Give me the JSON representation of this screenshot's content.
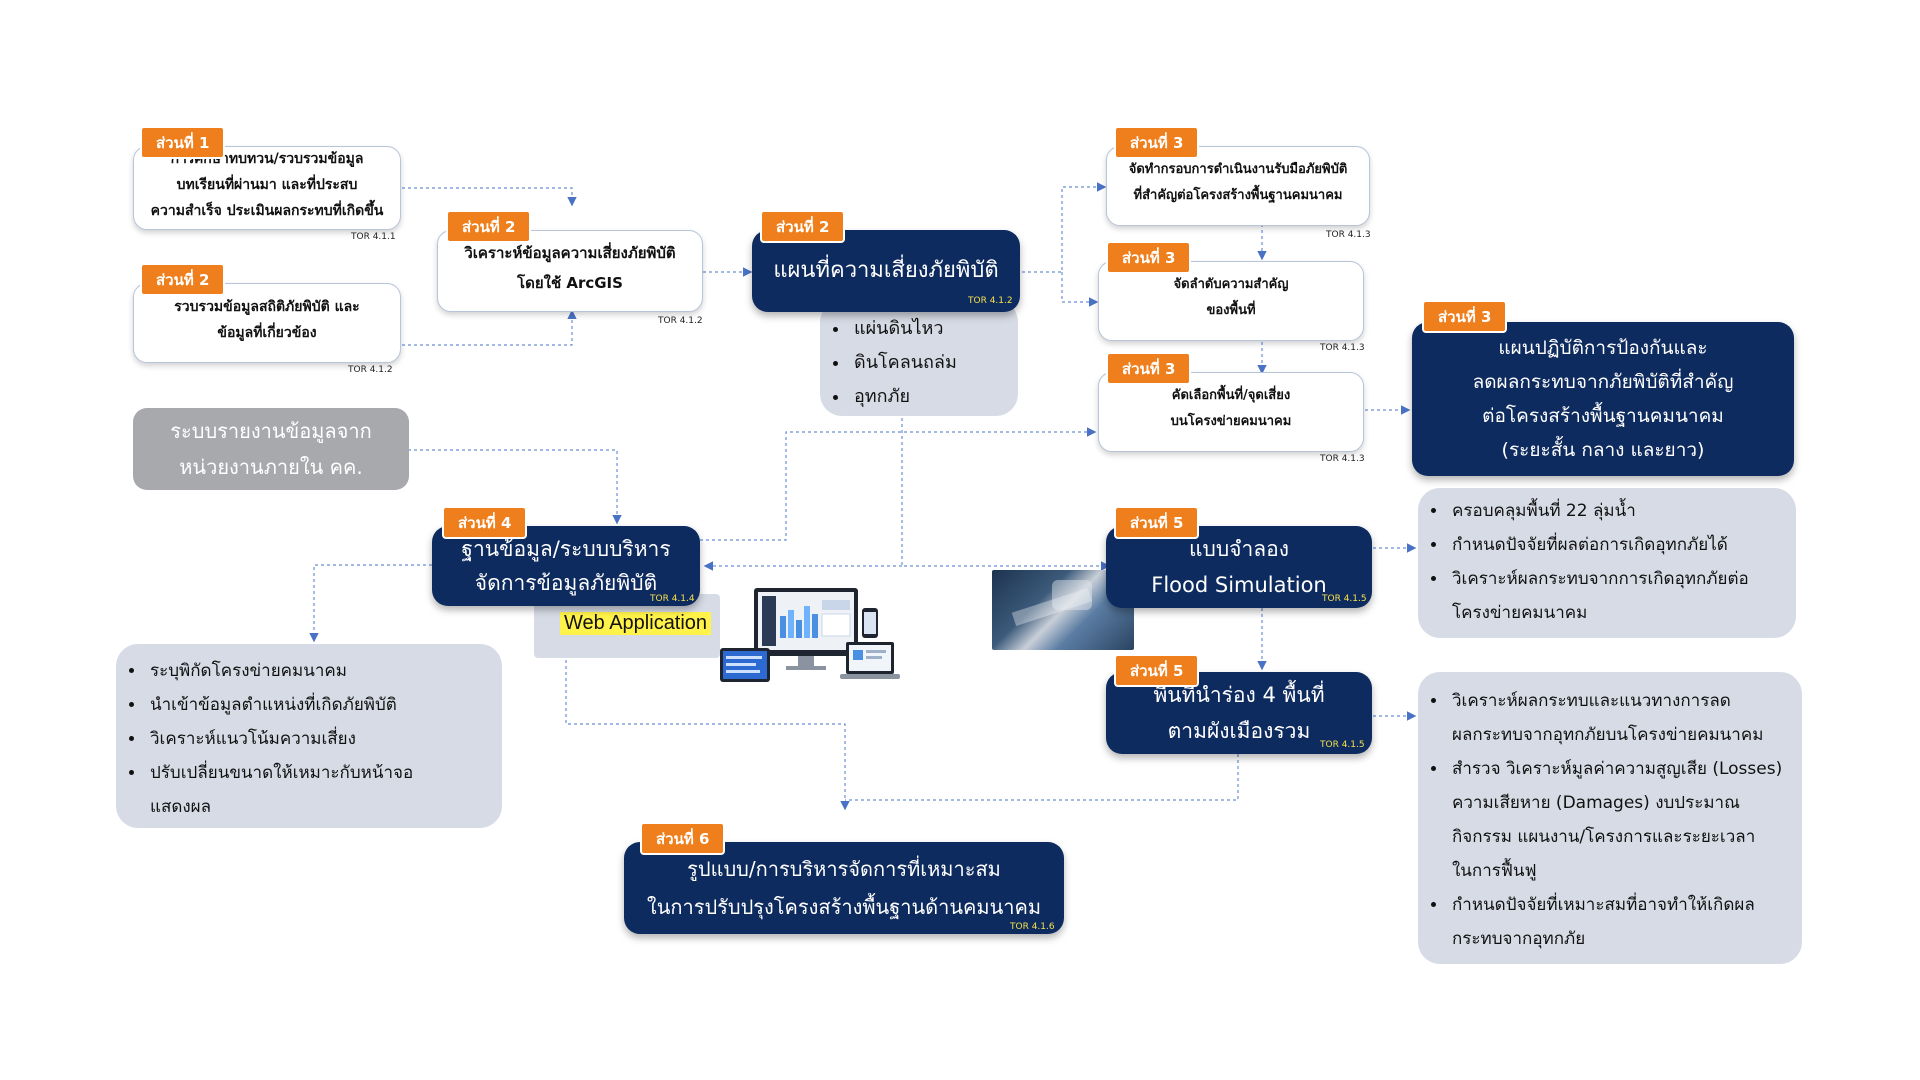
{
  "tags": {
    "s1": "ส่วนที่ 1",
    "s2a": "ส่วนที่ 2",
    "s2b": "ส่วนที่ 2",
    "s2c": "ส่วนที่ 2",
    "s3a": "ส่วนที่ 3",
    "s3b": "ส่วนที่ 3",
    "s3c": "ส่วนที่ 3",
    "s3d": "ส่วนที่ 3",
    "s4": "ส่วนที่ 4",
    "s5a": "ส่วนที่ 5",
    "s5b": "ส่วนที่ 5",
    "s6": "ส่วนที่ 6"
  },
  "boxes": {
    "study_l1": "การศึกษาทบทวน/รวบรวมข้อมูล",
    "study_l2": "บทเรียนที่ผ่านมา และที่ประสบ",
    "study_l3": "ความสำเร็จ ประเมินผลกระทบที่เกิดขึ้น",
    "study_tor": "TOR 4.1.1",
    "stats_l1": "รวบรวมข้อมูลสถิติภัยพิบัติ และ",
    "stats_l2": "ข้อมูลที่เกี่ยวข้อง",
    "stats_tor": "TOR 4.1.2",
    "arcgis_l1": "วิเคราะห์ข้อมูลความเสี่ยงภัยพิบัติ",
    "arcgis_l2": "โดยใช้ ArcGIS",
    "arcgis_tor": "TOR 4.1.2",
    "riskmap": "แผนที่ความเสี่ยงภัยพิบัติ",
    "riskmap_tor": "TOR 4.1.2",
    "frame_l1": "จัดทำกรอบการดำเนินงานรับมือภัยพิบัติ",
    "frame_l2": "ที่สำคัญต่อโครงสร้างพื้นฐานคมนาคม",
    "frame_tor": "TOR 4.1.3",
    "prio_l1": "จัดลำดับความสำคัญ",
    "prio_l2": "ของพื้นที่",
    "prio_tor": "TOR 4.1.3",
    "select_l1": "คัดเลือกพื้นที่/จุดเสี่ยง",
    "select_l2": "บนโครงข่ายคมนาคม",
    "select_tor": "TOR 4.1.3",
    "plan_l1": "แผนปฏิบัติการป้องกันและ",
    "plan_l2": "ลดผลกระทบจากภัยพิบัติที่สำคัญ",
    "plan_l3": "ต่อโครงสร้างพื้นฐานคมนาคม",
    "plan_l4": "(ระยะสั้น กลาง และยาว)",
    "report_l1": "ระบบรายงานข้อมูลจาก",
    "report_l2": "หน่วยงานภายใน คค.",
    "db_l1": "ฐานข้อมูล/ระบบบริหาร",
    "db_l2": "จัดการข้อมูลภัยพิบัติ",
    "db_tor": "TOR 4.1.4",
    "webapp": "Web Application",
    "flood_l1": "แบบจำลอง",
    "flood_l2": "Flood Simulation",
    "flood_tor": "TOR 4.1.5",
    "pilot_l1": "พื้นที่นำร่อง 4 พื้นที่",
    "pilot_l2": "ตามผังเมืองรวม",
    "pilot_tor": "TOR 4.1.5",
    "mgmt_l1": "รูปแบบ/การบริหารจัดการที่เหมาะสม",
    "mgmt_l2": "ในการปรับปรุงโครงสร้างพื้นฐานด้านคมนาคม",
    "mgmt_tor": "TOR 4.1.6"
  },
  "lists": {
    "hazards": [
      "แผ่นดินไหว",
      "ดินโคลนถล่ม",
      "อุทกภัย"
    ],
    "db_features": [
      "ระบุพิกัดโครงข่ายคมนาคม",
      "นำเข้าข้อมูลตำแหน่งที่เกิดภัยพิบัติ",
      "วิเคราะห์แนวโน้มความเสี่ยง",
      "ปรับเปลี่ยนขนาดให้เหมาะกับหน้าจอ",
      "แสดงผล"
    ],
    "flood_features": [
      "ครอบคลุมพื้นที่ 22 ลุ่มน้ำ",
      "กำหนดปัจจัยที่ผลต่อการเกิดอุทกภัยได้",
      "วิเคราะห์ผลกระทบจากการเกิดอุทกภัยต่อ",
      "โครงข่ายคมนาคม"
    ],
    "pilot_features": [
      "วิเคราะห์ผลกระทบและแนวทางการลด",
      "ผลกระทบจากอุทกภัยบนโครงข่ายคมนาคม",
      "สำรวจ วิเคราะห์มูลค่าความสูญเสีย (Losses)",
      "ความเสียหาย (Damages) งบประมาณ",
      "กิจกรรม แผนงาน/โครงการและระยะเวลา",
      "ในการฟื้นฟู",
      "กำหนดปัจจัยที่เหมาะสมที่อาจทำให้เกิดผล",
      "กระทบจากอุทกภัย"
    ]
  },
  "colors": {
    "navy": "#0e2b5f",
    "orange": "#ee7f1c",
    "gray_box": "#d6dbe5",
    "report_gray": "#a7a9ad",
    "arrow": "#4a72c4"
  },
  "icons": [
    "monitor-icon",
    "laptop-icon",
    "tablet-icon",
    "phone-icon",
    "satellite-image"
  ]
}
